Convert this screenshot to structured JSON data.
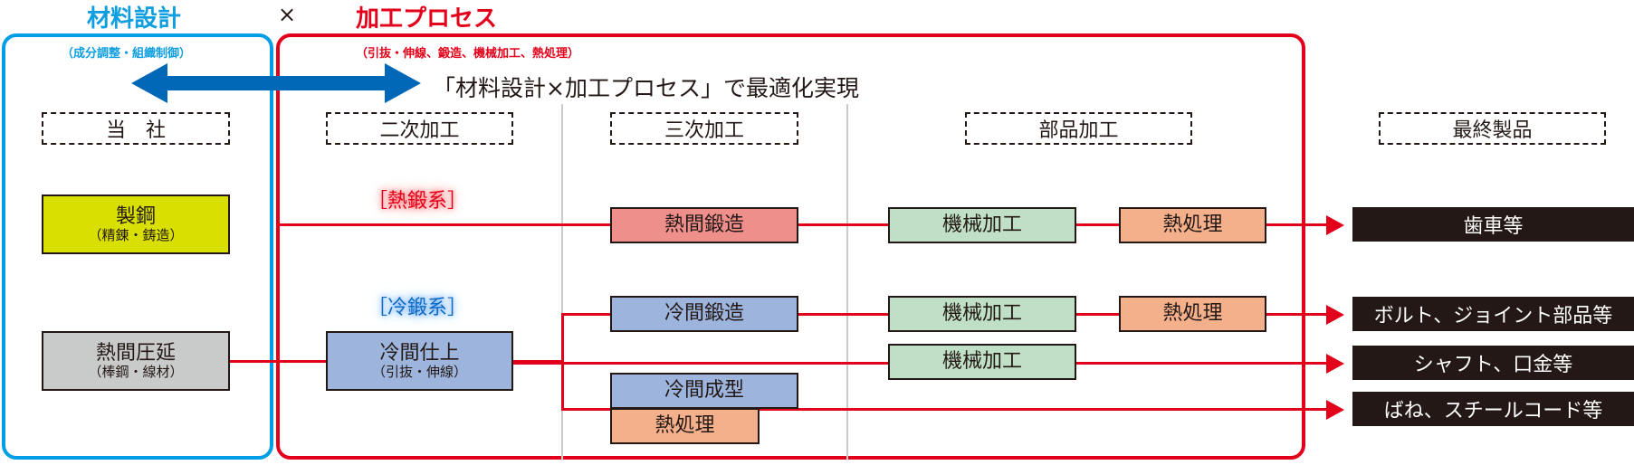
{
  "headings": {
    "material_design": "材料設計",
    "times": "×",
    "processing": "加工プロセス",
    "material_sub": "（成分調整・組織制御）",
    "processing_sub": "（引抜・伸線、鍛造、機械加工、熱処理）",
    "optimization": "「材料設計×加工プロセス」で最適化実現"
  },
  "stages": [
    "当　社",
    "二次加工",
    "三次加工",
    "部品加工",
    "最終製品"
  ],
  "categories": {
    "hot": "［熱鍛系］",
    "cold": "［冷鍛系］"
  },
  "company": {
    "steel": {
      "title": "製鋼",
      "sub": "（精錬・鋳造）"
    },
    "rolling": {
      "title": "熱間圧延",
      "sub": "（棒鋼・線材）"
    }
  },
  "secondary": {
    "cold_finish": {
      "title": "冷間仕上",
      "sub": "（引抜・伸線）"
    }
  },
  "tertiary": {
    "hot_forging": "熱間鍛造",
    "cold_forging": "冷間鍛造",
    "cold_forming": "冷間成型",
    "heat_treat": "熱処理"
  },
  "parts": {
    "machining_1": "機械加工",
    "heat_1": "熱処理",
    "machining_2": "機械加工",
    "heat_2": "熱処理",
    "machining_3": "機械加工"
  },
  "products": [
    "歯車等",
    "ボルト、ジョイント部品等",
    "シャフト、口金等",
    "ばね、スチールコード等"
  ],
  "colors": {
    "blue_accent": "#009ee6",
    "red_accent": "#e3001a",
    "arrow_blue": "#0068b7",
    "product_bg": "#231815"
  }
}
